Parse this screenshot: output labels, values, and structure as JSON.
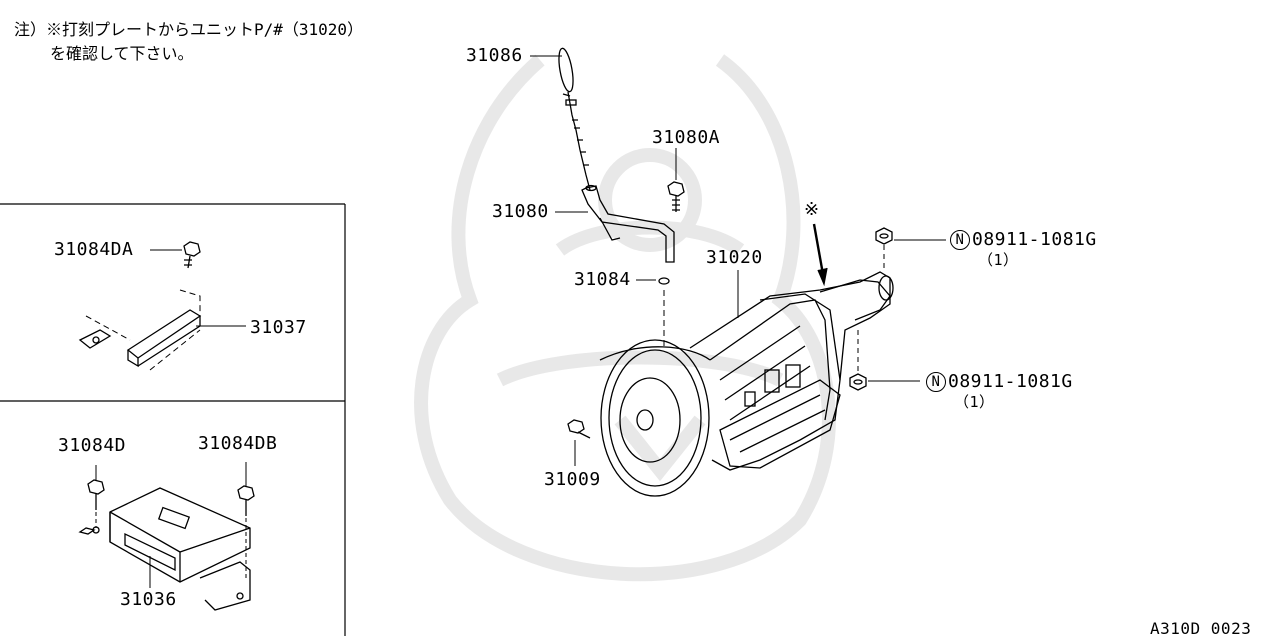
{
  "note": {
    "line1": "注）※打刻プレートからユニットP/#（31020）",
    "line2": "を確認して下さい。"
  },
  "parts": {
    "p31086": "31086",
    "p31080A": "31080A",
    "p31080": "31080",
    "p31084": "31084",
    "p31020": "31020",
    "p31009": "31009",
    "p31084DA": "31084DA",
    "p31037": "31037",
    "p31084D": "31084D",
    "p31084DB": "31084DB",
    "p31036": "31036",
    "nut_top": "08911-1081G",
    "nut_top_qty": "（1）",
    "nut_bot": "08911-1081G",
    "nut_bot_qty": "（1）",
    "asterisk": "※",
    "n_symbol": "N"
  },
  "footer": {
    "code": "A310D 0023"
  },
  "icons": [
    "dipstick-icon",
    "bolt-icon",
    "nut-icon",
    "o-ring-icon",
    "transmission-icon",
    "bracket-icon",
    "control-unit-icon",
    "watermark-emblem"
  ]
}
